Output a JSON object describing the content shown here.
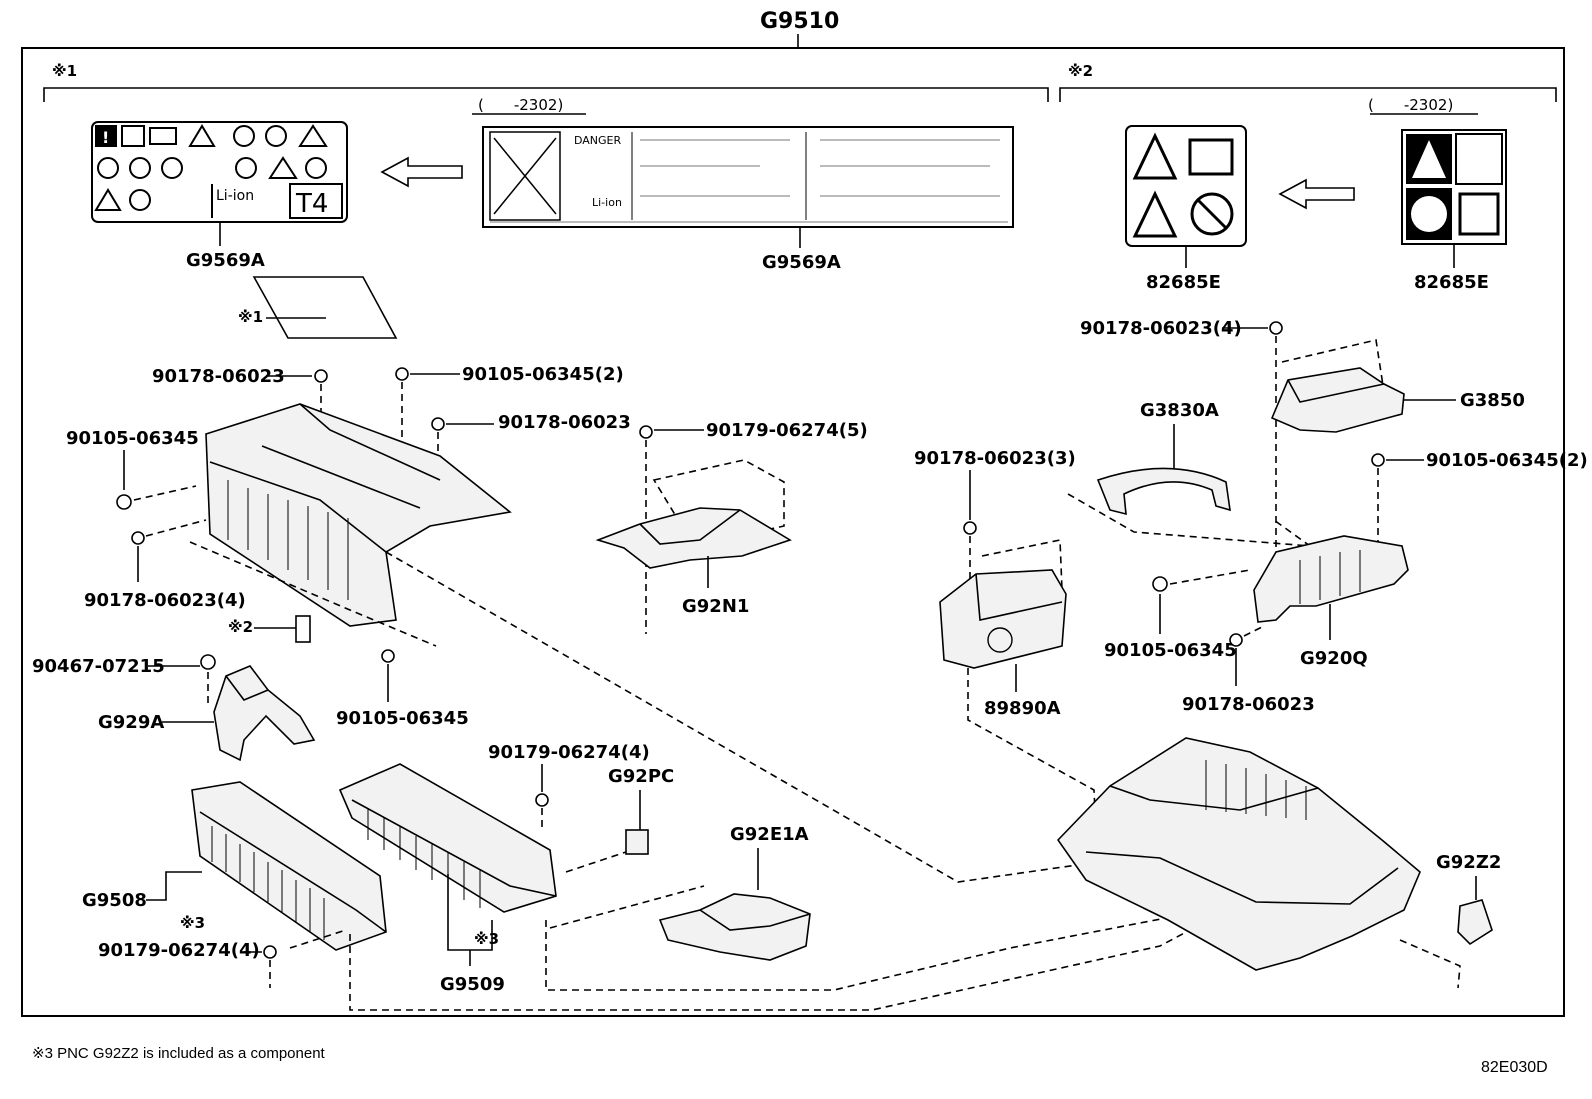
{
  "diagram": {
    "top_label": "G9510",
    "group1_marker": "※1",
    "group2_marker": "※2",
    "group3_marker": "※3",
    "range_group1": "(　　-2302)",
    "range_group2": "(　　-2302)",
    "label_texts": {
      "li_ion": "Li-ion",
      "t4": "T4",
      "danger": "DANGER",
      "li_ion2": "Li-ion"
    },
    "parts": {
      "g9569a_left": "G9569A",
      "g9569a_right": "G9569A",
      "p82685e_left": "82685E",
      "p82685e_right": "82685E",
      "s90178_06023_a": "90178-06023",
      "s90105_06345_2a": "90105-06345(2)",
      "s90178_06023_b": "90178-06023",
      "s90105_06345_a": "90105-06345",
      "s90179_06274_5": "90179-06274(5)",
      "s90178_06023_4": "90178-06023(4)",
      "g92n1": "G92N1",
      "s90467_07215": "90467-07215",
      "s90105_06345_b": "90105-06345",
      "g929a": "G929A",
      "s90179_06274_4a": "90179-06274(4)",
      "g92pc": "G92PC",
      "g92e1a": "G92E1A",
      "g9508": "G9508",
      "s90179_06274_4b": "90179-06274(4)",
      "g9509": "G9509",
      "s90178_06023_4r": "90178-06023(4)",
      "g3850": "G3850",
      "g3830a": "G3830A",
      "s90178_06023_3": "90178-06023(3)",
      "s90105_06345_2r": "90105-06345(2)",
      "s90105_06345_r": "90105-06345",
      "g920q": "G920Q",
      "s90178_06023_r": "90178-06023",
      "p89890a": "89890A",
      "g92z2": "G92Z2"
    }
  },
  "footer": {
    "note": "※3 PNC G92Z2 is included as a component",
    "code": "82E030D"
  }
}
